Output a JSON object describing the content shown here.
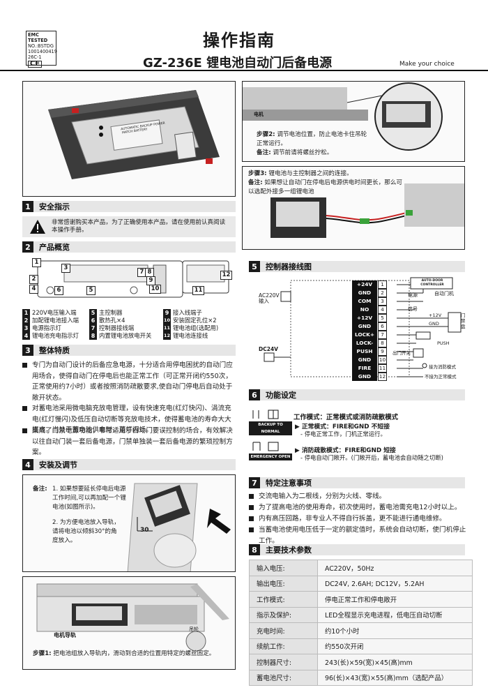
{
  "header": {
    "title": "操作指南",
    "model": "GZ-236E",
    "product_name": "锂电池自动门后备电源",
    "slogan": "Make  your choice",
    "emc": {
      "title": "EMC TESTED",
      "line1": "NO.:BSTDG",
      "line2": "1001400419",
      "line3": "26C-1",
      "ce": "CE"
    }
  },
  "product_label": {
    "brand_line1": "AUTOMATIC BACKUP POWER",
    "brand_line2": "MATCH BATTERY"
  },
  "install_steps": {
    "step2_label": "步骤2:",
    "step2_text": "调节电池位置，防止电池卡住吊轮正常运行。",
    "note_label": "备注:",
    "note_text": "调节前请将螺丝拧松。",
    "step3_label": "步骤3:",
    "step3_text": "锂电池与主控制器之间的连接。",
    "step3_note_label": "备注:",
    "step3_note_text": "如果想让自动门在停电后电源供电时间更长，那么可以选配外接多一组锂电池",
    "motor_label": "电机",
    "guide_label": "电机导轨",
    "hanger_label": "吊轮"
  },
  "sections": {
    "s1": {
      "num": "1",
      "title": "安全指示"
    },
    "s2": {
      "num": "2",
      "title": "产品概览"
    },
    "s3": {
      "num": "3",
      "title": "整体特质"
    },
    "s4": {
      "num": "4",
      "title": "安装及调节"
    },
    "s5": {
      "num": "5",
      "title": "控制器接线图"
    },
    "s6": {
      "num": "6",
      "title": "功能设定"
    },
    "s7": {
      "num": "7",
      "title": "特定注意事项"
    },
    "s8": {
      "num": "8",
      "title": "主要技术参数"
    }
  },
  "safety": {
    "text": "非常感谢购买本产品，为了正确使用本产品，请在使用前认真阅读本操作手册。"
  },
  "overview": {
    "legend": [
      {
        "n": "1",
        "label": "220V电压输入端"
      },
      {
        "n": "2",
        "label": "加配锂电池接入端"
      },
      {
        "n": "3",
        "label": "电源指示灯"
      },
      {
        "n": "4",
        "label": "锂电池充电指示灯"
      },
      {
        "n": "5",
        "label": "主控制器"
      },
      {
        "n": "6",
        "label": "散热孔×4"
      },
      {
        "n": "7",
        "label": "控制器接线端"
      },
      {
        "n": "8",
        "label": "内置锂电池放电开关"
      },
      {
        "n": "9",
        "label": "接入线端子"
      },
      {
        "n": "10",
        "label": "安装固定孔位×2"
      },
      {
        "n": "11",
        "label": "锂电池组(选配用)"
      },
      {
        "n": "12",
        "label": "锂电池连接线"
      }
    ]
  },
  "features": [
    "专门为自动门设计的后备应急电源，十分适合用停电困扰的自动门应用场合，使得自动门在停电后也能正常工作（可正常开闭约550次，正常使用约7小时）或者按照消防疏散要求,使自动门停电后自动处于敞开状态。",
    "对蓄电池采用微电脑充放电管理，设有快速充电(红灯快闪)、涓流充电(红灯慢闪)及低压自动切断等充放电技术，使得蓄电池的寿命大大提高，当处于蓄电池供电时，蓝灯闪烁。",
    "集成了门禁电源功能，非常适用于自动门要误控制的场合，有效解决以往自动门装一套后备电源，门禁单独装一套后备电源的繁琐控制方案。"
  ],
  "install": {
    "note_label": "备注:",
    "note1": "1. 如果想要延长停电后电源工作时间,可以再加配一个锂电池(如图所示)。",
    "note2": "2. 为方便电池放入导轨，请将电池以倾斜30°的角度放入。",
    "angle": "30",
    "guide_label": "电机导轨",
    "hanger_label": "吊轮",
    "step1_label": "步骤1:",
    "step1_text": "把电池组放入导轨内，滑动到合适的位置用特定的螺丝固定。"
  },
  "wiring": {
    "ac_label": "AC220V",
    "ac_sub": "输入",
    "dc_label": "DC24V",
    "controller": "AUTO-DOOR CONTROLLER",
    "motor": "自动门机",
    "power": "电源",
    "signal": "信号",
    "plus12": "+12V",
    "gnd": "GND",
    "keypad": "门禁盘",
    "push": "PUSH",
    "exit": "出门开关",
    "fire": "接为消防模式",
    "nofire": "不接为正常模式",
    "terminals": [
      {
        "label": "+24V",
        "n": "1"
      },
      {
        "label": "GND",
        "n": "2"
      },
      {
        "label": "COM",
        "n": "3"
      },
      {
        "label": "NO",
        "n": "4"
      },
      {
        "label": "+12V",
        "n": "5"
      },
      {
        "label": "GND",
        "n": "6"
      },
      {
        "label": "LOCK+",
        "n": "7"
      },
      {
        "label": "LOCK-",
        "n": "8"
      },
      {
        "label": "PUSH",
        "n": "9"
      },
      {
        "label": "GND",
        "n": "10"
      },
      {
        "label": "FIRE",
        "n": "11"
      },
      {
        "label": "GND",
        "n": "12"
      }
    ]
  },
  "function": {
    "mode_title": "工作模式：正常模式或消防疏散模式",
    "backup_badge": "BACKUP TO NORMAL",
    "normal_title": "正常模式：FIRE和GND 不短接",
    "normal_desc": "停电正常工作，门机正常运行。",
    "emergency_badge": "EMERGENCY OPEN",
    "emergency_title": "消防疏散模式：FIRE和GND 短接",
    "emergency_desc": "停电自动门敞开。(门敞开后，蓄电池会自动随之切断)"
  },
  "notes": [
    "交流电输入为二根线，分别为火线、零线。",
    "为了提高电池的使用寿命，初次使用时，蓄电池需充电12小时以上。",
    "内有高压回路，非专业人不得自行拆盖，更不能进行通电维修。",
    "当蓄电池使用电压低于一定的额定值时，系统会自动切断，使门机停止工作。"
  ],
  "specs": [
    {
      "k": "输入电压:",
      "v": "AC220V，50Hz"
    },
    {
      "k": "输出电压:",
      "v": "DC24V, 2.6AH; DC12V，5.2AH"
    },
    {
      "k": "工作模式:",
      "v": "停电正常工作和停电敞开"
    },
    {
      "k": "指示及保护:",
      "v": "LED全程显示充电进程，低电压自动切断"
    },
    {
      "k": "充电时间:",
      "v": "约10个小时"
    },
    {
      "k": "续航工作:",
      "v": "约550次开闭"
    },
    {
      "k": "控制器尺寸:",
      "v": "243(长)×59(宽)×45(高)mm"
    },
    {
      "k": "蓄电池尺寸:",
      "v": "96(长)×43(宽)×55(高)mm（选配产品）"
    }
  ],
  "colors": {
    "accent": "#1a1a1a",
    "header_band": "#e6e6e6",
    "green": "#3aa23a",
    "red": "#c62020"
  }
}
